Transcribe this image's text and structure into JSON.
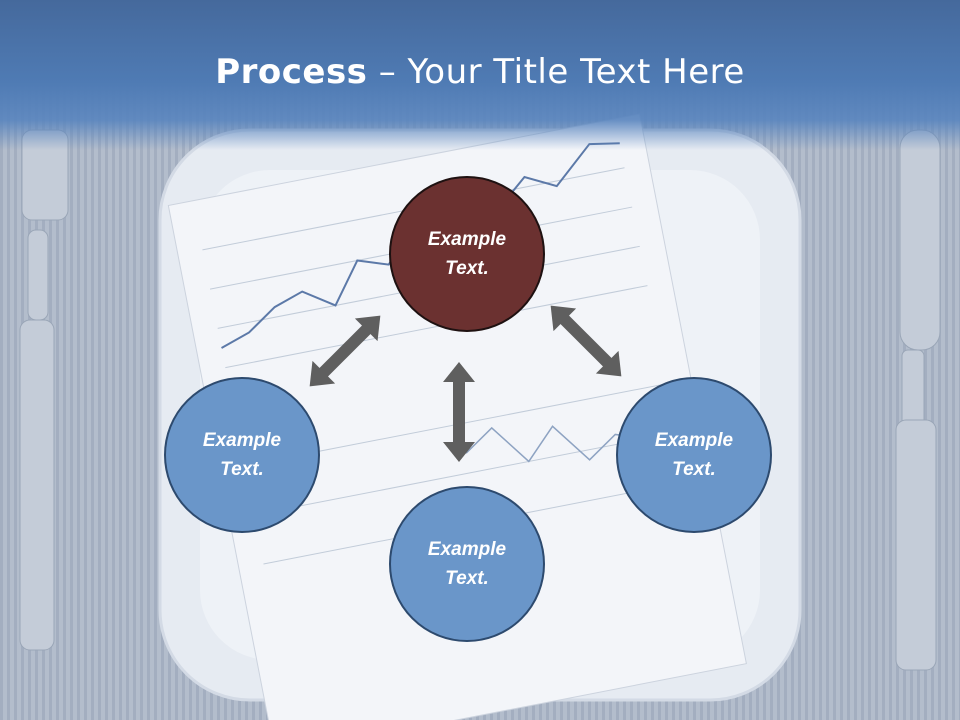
{
  "slide": {
    "title_bold": "Process",
    "title_rest": " – Your Title Text Here"
  },
  "nodes": [
    {
      "label": "Example Text.",
      "fill": "#6b3130"
    },
    {
      "label": "Example Text.",
      "fill": "#6a96c9"
    },
    {
      "label": "Example Text.",
      "fill": "#6a96c9"
    },
    {
      "label": "Example Text.",
      "fill": "#6a96c9"
    }
  ],
  "colors": {
    "banner": "#4f7bb4",
    "arrow": "#5f5f5f",
    "node_blue": "#6a96c9",
    "node_accent": "#6b3130"
  }
}
